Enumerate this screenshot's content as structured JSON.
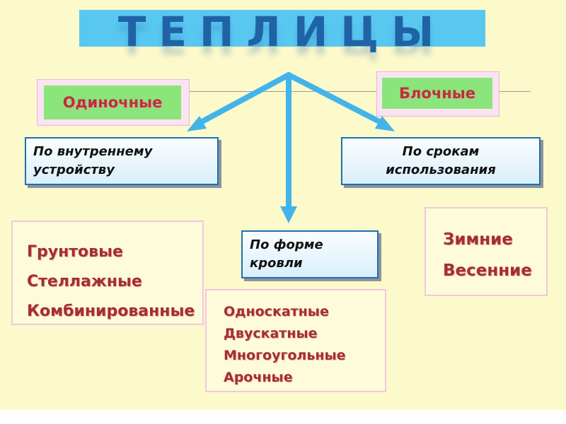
{
  "title": "ТЕПЛИЦЫ",
  "single_label": "Одиночные",
  "block_label": "Блочные",
  "categories": {
    "internal": "По внутреннему устройству",
    "roof": "По форме кровли",
    "usage": "По срокам использования"
  },
  "lists": {
    "internal": [
      "Грунтовые",
      "Стеллажные",
      "Комбинированные"
    ],
    "roof": [
      "Односкатные",
      "Двускатные",
      "Многоугольные",
      "Арочные"
    ],
    "usage": [
      "Зимние",
      "Весенние"
    ]
  },
  "colors": {
    "background": "#fcf9cb",
    "title_band": "#59c8f0",
    "arrow": "#43b4ea",
    "list_text": "#a52e30"
  }
}
